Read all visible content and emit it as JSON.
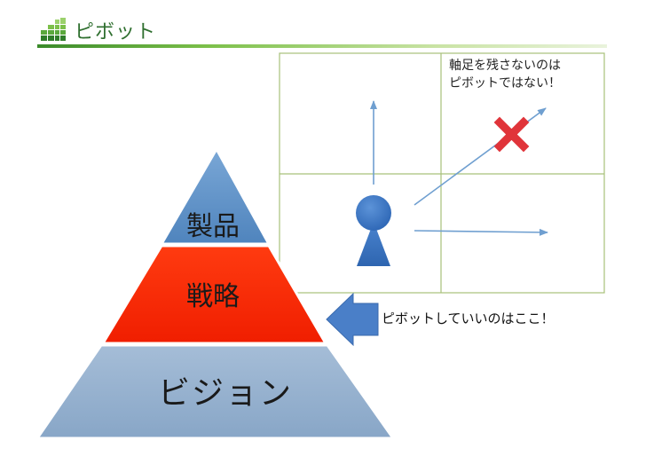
{
  "slide": {
    "title": "ピボット"
  },
  "pyramid": {
    "layers": [
      {
        "label": "製品",
        "color": "#5b8fc4"
      },
      {
        "label": "戦略",
        "color": "#ff2a00"
      },
      {
        "label": "ビジョン",
        "color": "#93afcd"
      }
    ]
  },
  "grid_diagram": {
    "note": "軸足を残さないのは\nピボットではない！",
    "line_color": "#a8c07a",
    "arrow_color": "#6f9fd0",
    "person_color": "#3b74c4",
    "cross_color": "#e0343a"
  },
  "callout": {
    "text": "ピボットしていいのはここ！",
    "arrow_color": "#4a7fc8"
  }
}
